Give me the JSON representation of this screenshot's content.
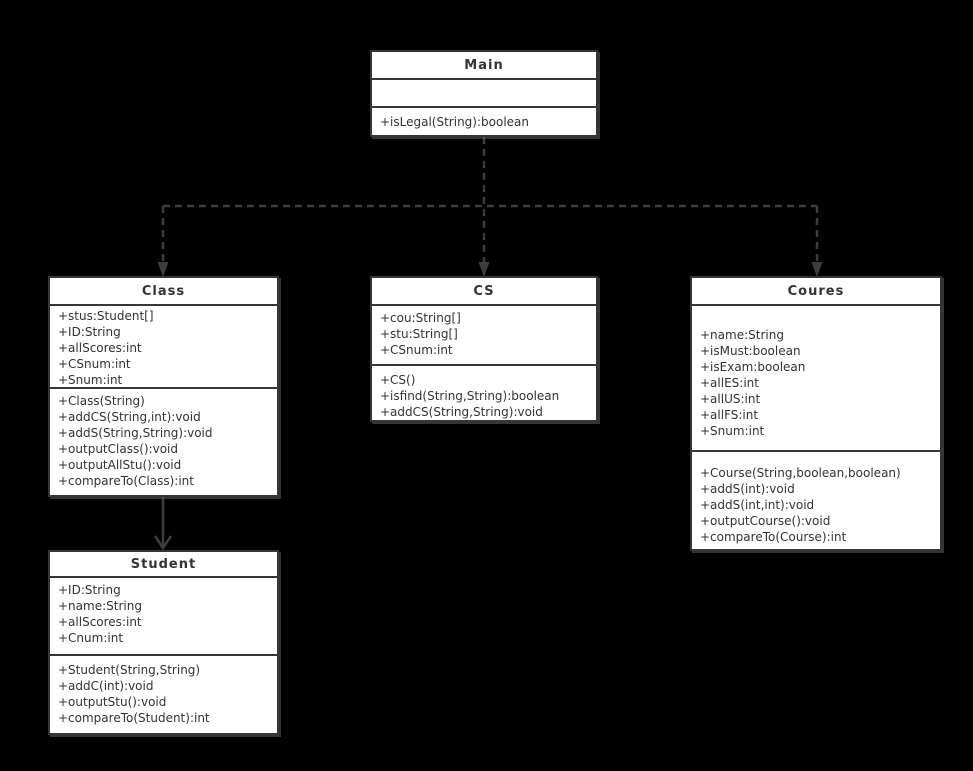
{
  "diagram": {
    "type": "uml-class-diagram",
    "background_color": "#000000",
    "box_fill_color": "#ffffff",
    "box_border_color": "#363636",
    "text_color": "#333333",
    "connector_color": "#3d3d3d",
    "classes": [
      {
        "title": "Main",
        "attributes": [],
        "methods": [
          "+isLegal(String):boolean"
        ]
      },
      {
        "title": "Class",
        "attributes": [
          "+stus:Student[]",
          "+ID:String",
          "+allScores:int",
          "+CSnum:int",
          "+Snum:int"
        ],
        "methods": [
          "+Class(String)",
          "+addCS(String,int):void",
          "+addS(String,String):void",
          "+outputClass():void",
          "+outputAllStu():void",
          "+compareTo(Class):int"
        ]
      },
      {
        "title": "CS",
        "attributes": [
          "+cou:String[]",
          "+stu:String[]",
          "+CSnum:int"
        ],
        "methods": [
          "+CS()",
          "+isfind(String,String):boolean",
          "+addCS(String,String):void"
        ]
      },
      {
        "title": "Coures",
        "attributes": [
          "+name:String",
          "+isMust:boolean",
          "+isExam:boolean",
          "+allES:int",
          "+allUS:int",
          "+allFS:int",
          "+Snum:int"
        ],
        "methods": [
          "+Course(String,boolean,boolean)",
          "+addS(int):void",
          "+addS(int,int):void",
          "+outputCourse():void",
          "+compareTo(Course):int"
        ]
      },
      {
        "title": "Student",
        "attributes": [
          "+ID:String",
          "+name:String",
          "+allScores:int",
          "+Cnum:int"
        ],
        "methods": [
          "+Student(String,String)",
          "+addC(int):void",
          "+outputStu():void",
          "+compareTo(Student):int"
        ]
      }
    ],
    "relations": [
      {
        "from": "Main",
        "to": "Class",
        "style": "dashed",
        "arrowhead": "filled-triangle"
      },
      {
        "from": "Main",
        "to": "CS",
        "style": "dashed",
        "arrowhead": "filled-triangle"
      },
      {
        "from": "Main",
        "to": "Coures",
        "style": "dashed",
        "arrowhead": "filled-triangle"
      },
      {
        "from": "Class",
        "to": "Student",
        "style": "solid",
        "arrowhead": "open-v"
      }
    ]
  }
}
